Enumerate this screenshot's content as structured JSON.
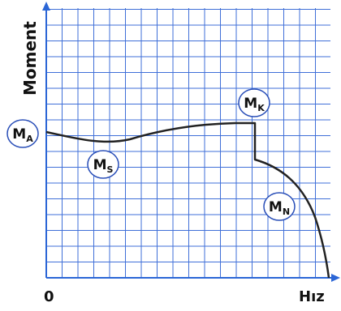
{
  "axes": {
    "y_label": "Moment",
    "x_label": "Hız",
    "origin_label": "0"
  },
  "points": [
    {
      "main": "M",
      "sub": "A"
    },
    {
      "main": "M",
      "sub": "S"
    },
    {
      "main": "M",
      "sub": "K"
    },
    {
      "main": "M",
      "sub": "N"
    }
  ],
  "colors": {
    "grid": "#3f6fd8",
    "axis": "#2b66d6",
    "curve": "#222222",
    "bubble_stroke": "#2a4fb8",
    "text": "#111111"
  },
  "curve_data": {
    "type": "line",
    "x": [
      0,
      0.5,
      1,
      1.5,
      2,
      2.5,
      3,
      3.5,
      4,
      4.5,
      5,
      5.5,
      6,
      6.5,
      7,
      7.5,
      8,
      8.5,
      9,
      9.5,
      10,
      10.5,
      11,
      11.5,
      12,
      12.5,
      13,
      13.5,
      14,
      14.5,
      15,
      15.5,
      16,
      16.5,
      17,
      17.5,
      18,
      18.5,
      19,
      19.5,
      20,
      20.5,
      21,
      21.5,
      22,
      22.5,
      23,
      23.5,
      24,
      24.5,
      25,
      25.5,
      26,
      26.5,
      27,
      27.5,
      28,
      28.5,
      29,
      29.5,
      30,
      30.5,
      31,
      31.5,
      32,
      32.5,
      33,
      33.5,
      34,
      34.5,
      35,
      35.5,
      36,
      36.5,
      37,
      37.5,
      38,
      38.5,
      39,
      39.5,
      40,
      40.5,
      41,
      41.5,
      42,
      42.5,
      43,
      43.5,
      44,
      44.5,
      45,
      45.5,
      46,
      46.5,
      47,
      47.5,
      48,
      48.5,
      49,
      49.5,
      50,
      50.5,
      51,
      51.5,
      52,
      52.5,
      53,
      53.5,
      54,
      54.5,
      55,
      55.5,
      56,
      56.5,
      57,
      57.5,
      58,
      58.5,
      59,
      59.5,
      60,
      60.5,
      61,
      61.5,
      62,
      62.5,
      63,
      63.5,
      64,
      64.5,
      65,
      65.5,
      66,
      66.5,
      67,
      67.5,
      68,
      68.5,
      69,
      69.5,
      70,
      70.5,
      71,
      71.5,
      72,
      72.5,
      73,
      73.5,
      74,
      74.5,
      75,
      75.5,
      76,
      76.5,
      77,
      77.5,
      78,
      78.5,
      79,
      79.5,
      80,
      80.5,
      81,
      81.5,
      82,
      82.5,
      83,
      83.5,
      84,
      84.5,
      85,
      85.5,
      86,
      86.5,
      87,
      87.5,
      88,
      88.5,
      89,
      89.5,
      90,
      90.5,
      91,
      91.5,
      92,
      92.5,
      93,
      93.5,
      94,
      94.5,
      95,
      95.5,
      96,
      96.5,
      97,
      97.5,
      98,
      98.5,
      99,
      99.5,
      100
    ]
  }
}
